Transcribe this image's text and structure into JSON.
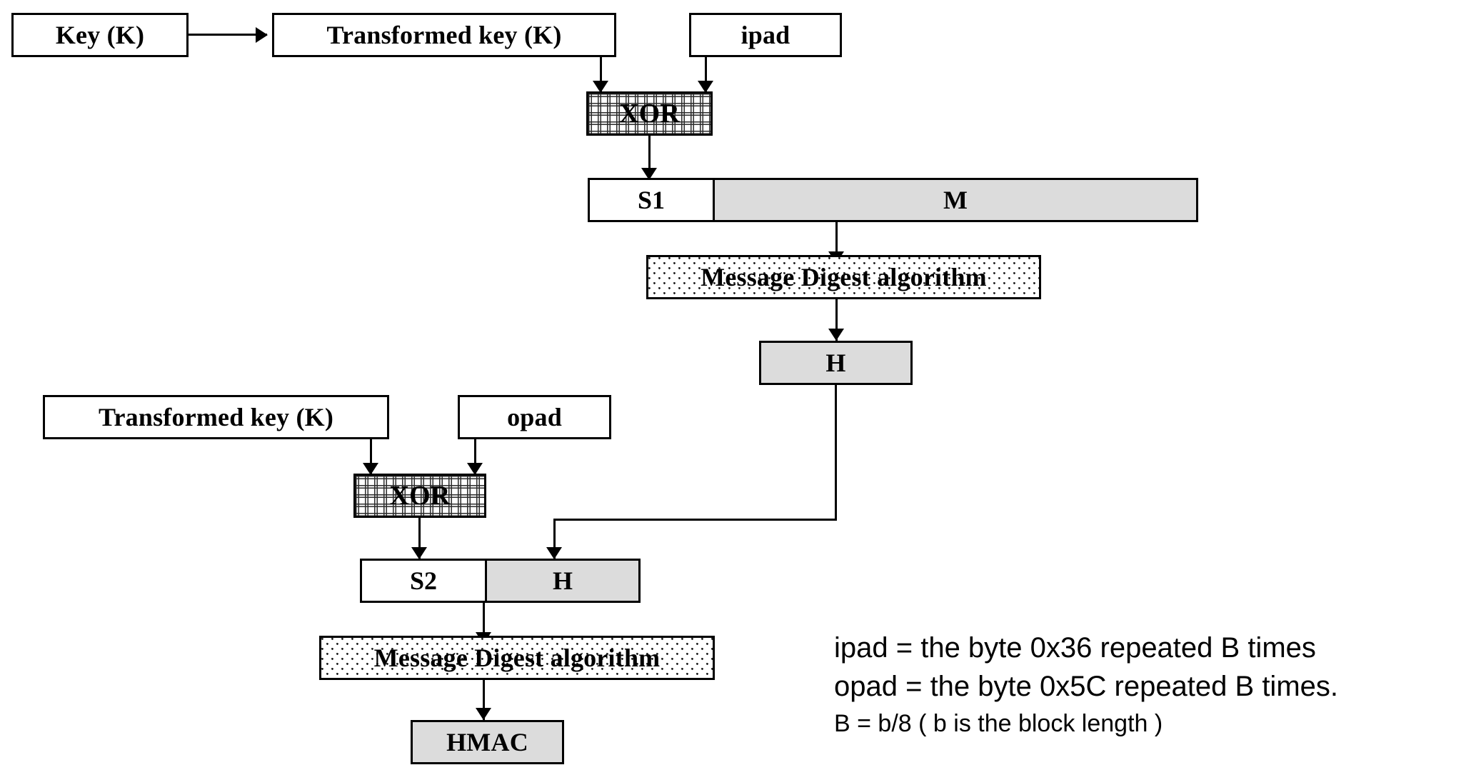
{
  "diagram": {
    "title": "HMAC construction",
    "colors": {
      "stroke": "#000000",
      "fill_plain": "#ffffff",
      "fill_gray": "#dcdcdc"
    },
    "nodes": {
      "key": "Key (K)",
      "transformed_key_top": "Transformed key (K)",
      "ipad": "ipad",
      "xor_top": "XOR",
      "s1": "S1",
      "m": "M",
      "message_digest_top": "Message Digest algorithm",
      "h_top": "H",
      "transformed_key_bottom": "Transformed key (K)",
      "opad": "opad",
      "xor_bottom": "XOR",
      "s2": "S2",
      "h_bottom": "H",
      "message_digest_bottom": "Message Digest algorithm",
      "hmac": "HMAC"
    }
  },
  "legend": {
    "line1": "ipad = the byte 0x36 repeated B times",
    "line2": "opad = the byte 0x5C repeated B times.",
    "line3": "B = b/8 ( b is the block length )"
  }
}
